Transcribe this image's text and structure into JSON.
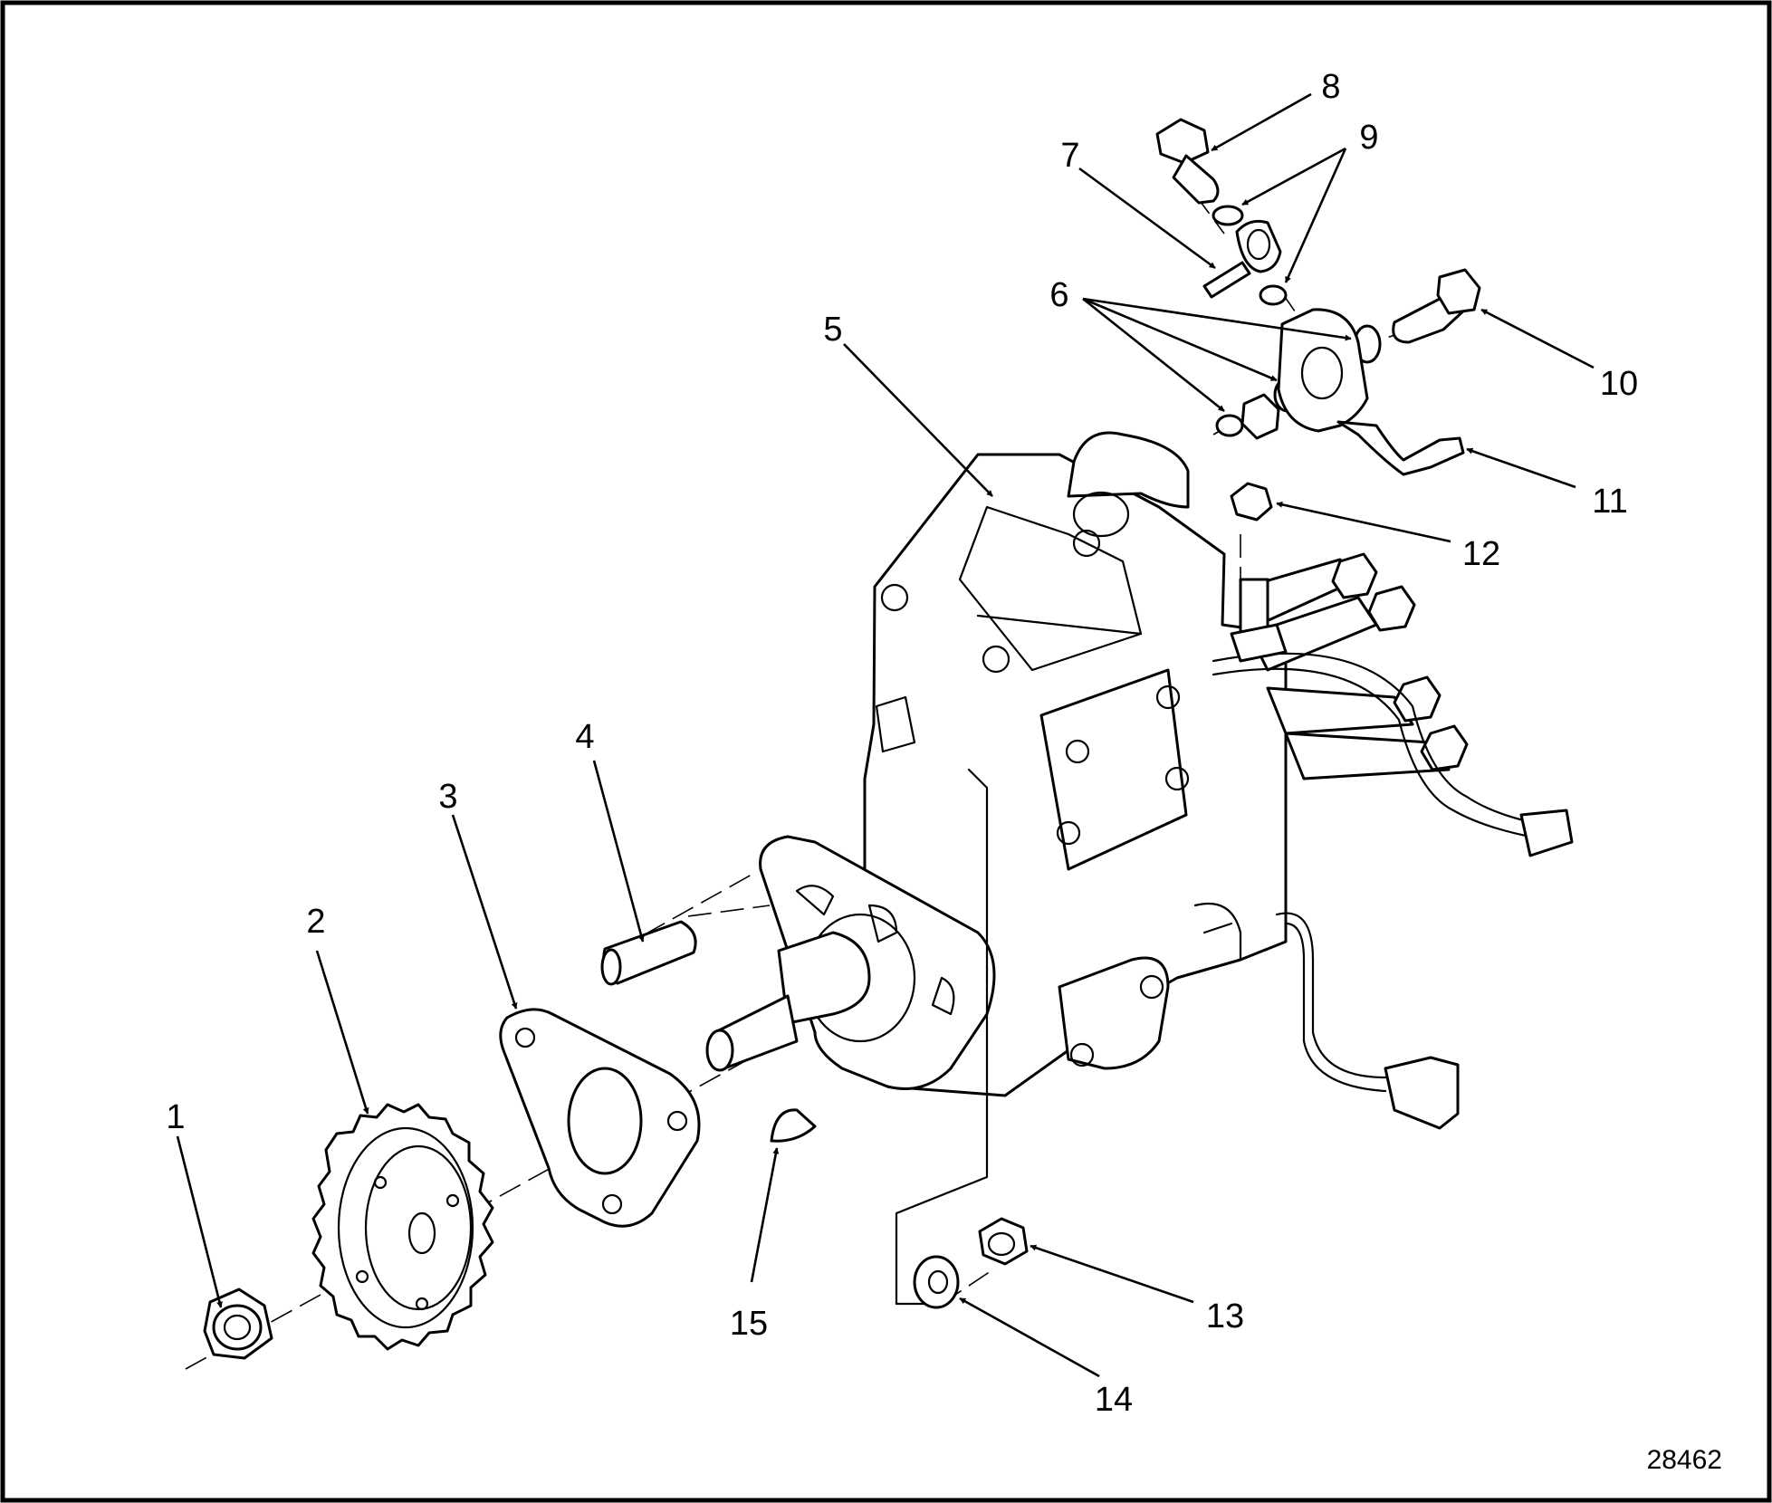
{
  "figure_number": "28462",
  "callouts": [
    {
      "label": "1"
    },
    {
      "label": "2"
    },
    {
      "label": "3"
    },
    {
      "label": "4"
    },
    {
      "label": "5"
    },
    {
      "label": "6"
    },
    {
      "label": "7"
    },
    {
      "label": "8"
    },
    {
      "label": "9"
    },
    {
      "label": "10"
    },
    {
      "label": "11"
    },
    {
      "label": "12"
    },
    {
      "label": "13"
    },
    {
      "label": "14"
    },
    {
      "label": "15"
    }
  ]
}
